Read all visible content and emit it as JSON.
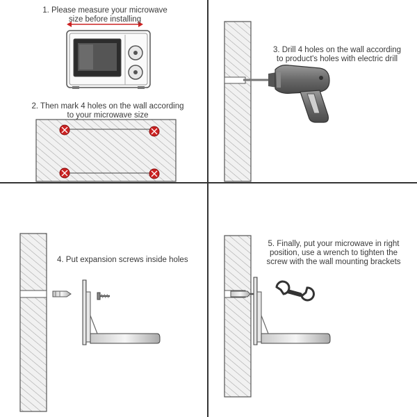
{
  "steps": {
    "step1": {
      "line1": "1. Please measure your microwave",
      "line2": "size before installing"
    },
    "step2": {
      "line1": "2. Then mark 4 holes on the wall according",
      "line2": "to your microwave size"
    },
    "step3": {
      "line1": "3. Drill 4 holes on the wall according",
      "line2": "to product's holes with electric drill"
    },
    "step4": {
      "line1": "4. Put expansion screws inside holes"
    },
    "step5": {
      "line1": "5. Finally, put your microwave in right",
      "line2": "position, use a wrench to tighten the",
      "line3": "screw with the wall mounting brackets"
    }
  },
  "colors": {
    "hole_marker": "#cc2222",
    "wall_hatch": "#9a9a9a",
    "drill_body": "#6b6b6b",
    "measure_arrow": "#cc2222"
  }
}
